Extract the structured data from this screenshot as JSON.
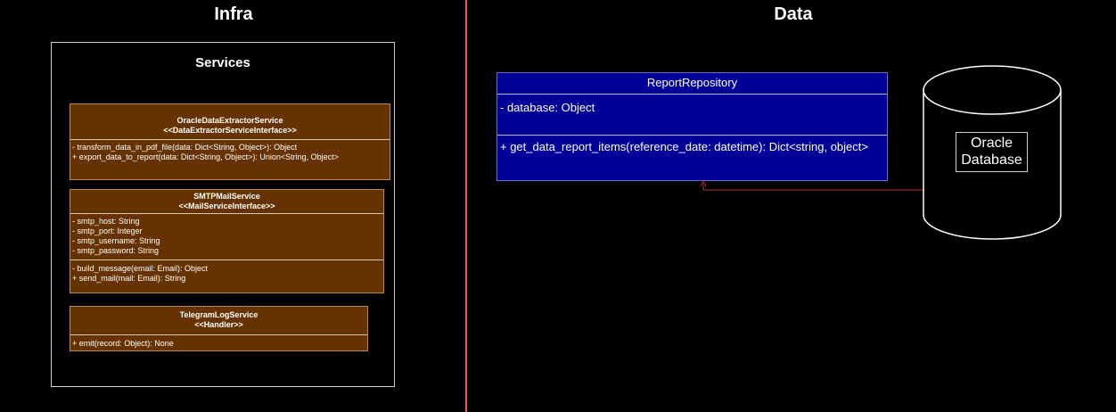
{
  "sections": {
    "infra": "Infra",
    "data": "Data"
  },
  "services": {
    "title": "Services"
  },
  "classes": {
    "oracle_extractor": {
      "name": "OracleDataExtractorService",
      "stereotype": "<<DataExtractorServiceInterface>>",
      "methods": [
        "- transform_data_in_pdf_file(data: Dict<String, Object>): Object",
        "+ export_data_to_report(data: Dict<String, Object>): Union<String, Object>"
      ]
    },
    "smtp_mail": {
      "name": "SMTPMailService",
      "stereotype": "<<MailServiceInterface>>",
      "attributes": [
        "- smtp_host: String",
        "- smtp_port: Integer",
        "- smtp_username: String",
        "- smtp_password: String"
      ],
      "methods": [
        "- build_message(email: Email): Object",
        "+ send_mail(mail: Email): String"
      ]
    },
    "telegram_log": {
      "name": "TelegramLogService",
      "stereotype": "<<Handler>>",
      "methods": [
        "+ emit(record: Object): None"
      ]
    },
    "report_repository": {
      "name": "ReportRepository",
      "attributes": [
        "- database: Object"
      ],
      "methods": [
        "+ get_data_report_items(reference_date: datetime): Dict<string, object>"
      ]
    }
  },
  "database": {
    "line1": "Oracle",
    "line2": "Database"
  },
  "colors": {
    "service_fill": "#663300",
    "repo_fill": "#000099",
    "divider": "#e06060",
    "arrow": "#b03030"
  }
}
